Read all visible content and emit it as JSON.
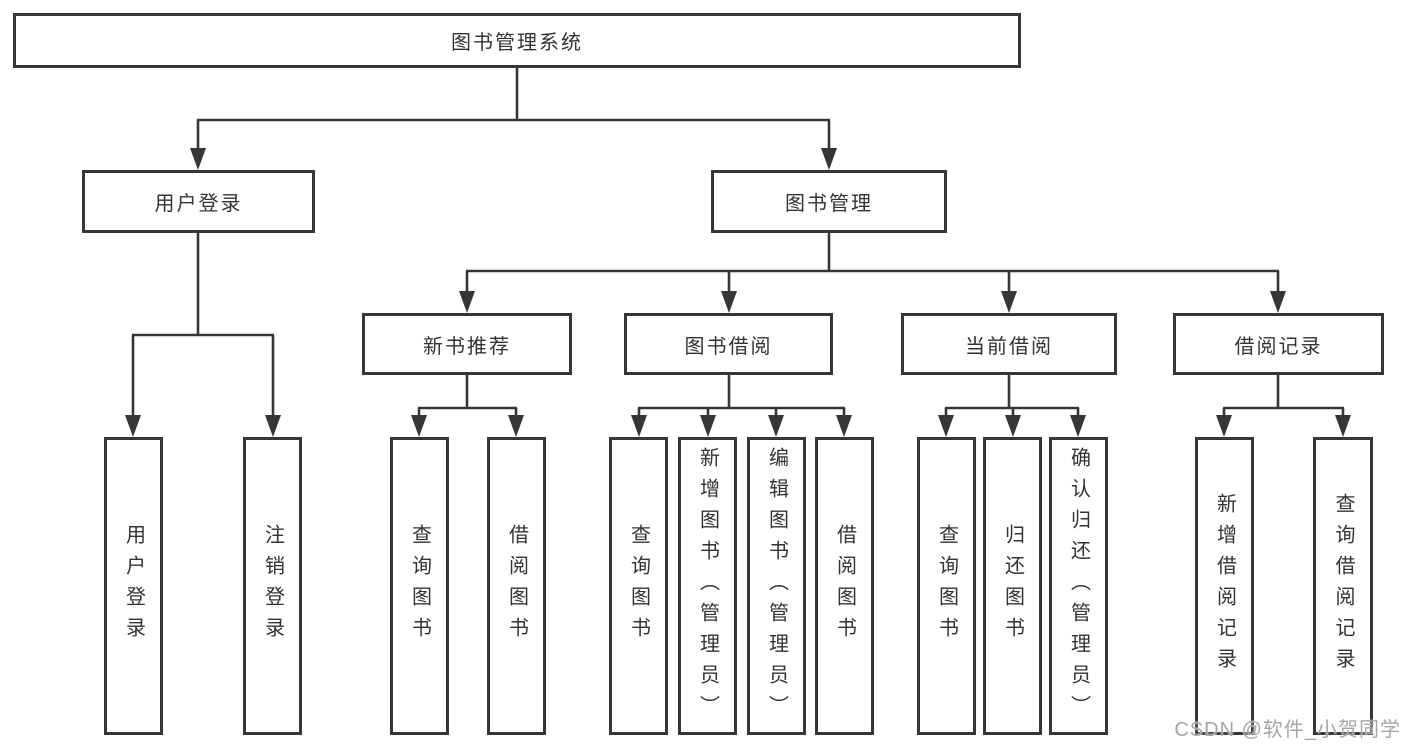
{
  "diagram": {
    "title_note": "functional structure tree",
    "root": {
      "label": "图书管理系统"
    },
    "level2": [
      {
        "id": "user-login",
        "label": "用户登录"
      },
      {
        "id": "book-management",
        "label": "图书管理"
      }
    ],
    "level3": [
      {
        "id": "new-book-recommend",
        "label": "新书推荐"
      },
      {
        "id": "book-borrow",
        "label": "图书借阅"
      },
      {
        "id": "current-borrow",
        "label": "当前借阅"
      },
      {
        "id": "borrow-records",
        "label": "借阅记录"
      }
    ],
    "leaves": [
      {
        "id": "user-login-leaf",
        "parent": "user-login",
        "label": "用户登录"
      },
      {
        "id": "logout",
        "parent": "user-login",
        "label": "注销登录"
      },
      {
        "id": "query-books-1",
        "parent": "new-book-recommend",
        "label": "查询图书"
      },
      {
        "id": "borrow-books-1",
        "parent": "new-book-recommend",
        "label": "借阅图书"
      },
      {
        "id": "query-books-2",
        "parent": "book-borrow",
        "label": "查询图书"
      },
      {
        "id": "add-books-admin",
        "parent": "book-borrow",
        "label": "新增图书（管理员）"
      },
      {
        "id": "edit-books-admin",
        "parent": "book-borrow",
        "label": "编辑图书（管理员）"
      },
      {
        "id": "borrow-books-2",
        "parent": "book-borrow",
        "label": "借阅图书"
      },
      {
        "id": "query-books-3",
        "parent": "current-borrow",
        "label": "查询图书"
      },
      {
        "id": "return-books",
        "parent": "current-borrow",
        "label": "归还图书"
      },
      {
        "id": "confirm-return-admin",
        "parent": "current-borrow",
        "label": "确认归还（管理员）"
      },
      {
        "id": "add-borrow-record",
        "parent": "borrow-records",
        "label": "新增借阅记录"
      },
      {
        "id": "query-borrow-record",
        "parent": "borrow-records",
        "label": "查询借阅记录"
      }
    ]
  },
  "watermark": {
    "text": "CSDN @软件_小贺同学"
  },
  "colors": {
    "line": "#363636",
    "text": "#333333",
    "box_bg": "#ffffff",
    "page_bg": "#ffffff",
    "watermark": "#a6a6a6"
  }
}
